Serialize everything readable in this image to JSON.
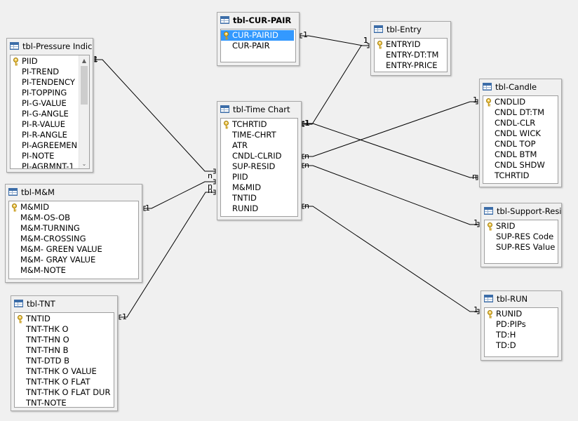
{
  "tables": [
    {
      "id": "t1",
      "title": "tbl-Pressure Indic",
      "bold": false,
      "scroll": true,
      "fields": [
        {
          "name": "PIID",
          "key": true
        },
        {
          "name": "PI-TREND"
        },
        {
          "name": "PI-TENDENCY"
        },
        {
          "name": "PI-TOPPING"
        },
        {
          "name": "PI-G-VALUE"
        },
        {
          "name": "PI-G-ANGLE"
        },
        {
          "name": "PI-R-VALUE"
        },
        {
          "name": "PI-R-ANGLE"
        },
        {
          "name": "PI-AGREEMEN"
        },
        {
          "name": "PI-NOTE"
        },
        {
          "name": "PI-AGRMNT-1"
        }
      ]
    },
    {
      "id": "t2",
      "title": "tbl-M&M",
      "bold": false,
      "fields": [
        {
          "name": "M&MID",
          "key": true
        },
        {
          "name": "M&M-OS-OB"
        },
        {
          "name": "M&M-TURNING"
        },
        {
          "name": "M&M-CROSSING"
        },
        {
          "name": "M&M- GREEN VALUE"
        },
        {
          "name": "M&M- GRAY VALUE"
        },
        {
          "name": "M&M-NOTE"
        }
      ]
    },
    {
      "id": "t3",
      "title": "tbl-TNT",
      "bold": false,
      "fields": [
        {
          "name": "TNTID",
          "key": true
        },
        {
          "name": "TNT-THK O"
        },
        {
          "name": "TNT-THN O"
        },
        {
          "name": "TNT-THN B"
        },
        {
          "name": "TNT-DTD B"
        },
        {
          "name": "TNT-THK O VALUE"
        },
        {
          "name": "TNT-THK O FLAT"
        },
        {
          "name": "TNT-THK O FLAT DUR"
        },
        {
          "name": "TNT-NOTE"
        }
      ]
    },
    {
      "id": "t4",
      "title": "tbl-CUR-PAIR",
      "bold": true,
      "fields": [
        {
          "name": "CUR-PAIRID",
          "key": true,
          "selected": true
        },
        {
          "name": "CUR-PAIR"
        }
      ]
    },
    {
      "id": "t5",
      "title": "tbl-Time Chart",
      "bold": false,
      "fields": [
        {
          "name": "TCHRTID",
          "key": true
        },
        {
          "name": "TIME-CHRT"
        },
        {
          "name": "ATR"
        },
        {
          "name": "CNDL-CLRID"
        },
        {
          "name": "SUP-RESID"
        },
        {
          "name": "PIID"
        },
        {
          "name": "M&MID"
        },
        {
          "name": "TNTID"
        },
        {
          "name": "RUNID"
        }
      ]
    },
    {
      "id": "t6",
      "title": "tbl-Entry",
      "bold": false,
      "fields": [
        {
          "name": "ENTRYID",
          "key": true
        },
        {
          "name": "ENTRY-DT:TM"
        },
        {
          "name": "ENTRY-PRICE"
        }
      ]
    },
    {
      "id": "t7",
      "title": "tbl-Candle",
      "bold": false,
      "fields": [
        {
          "name": "CNDLID",
          "key": true
        },
        {
          "name": "CNDL DT:TM"
        },
        {
          "name": "CNDL-CLR"
        },
        {
          "name": "CNDL WICK"
        },
        {
          "name": "CNDL TOP"
        },
        {
          "name": "CNDL BTM"
        },
        {
          "name": "CNDL SHDW"
        },
        {
          "name": "TCHRTID"
        }
      ]
    },
    {
      "id": "t8",
      "title": "tbl-Support-Resis",
      "bold": false,
      "fields": [
        {
          "name": "SRID",
          "key": true
        },
        {
          "name": "SUP-RES Code"
        },
        {
          "name": "SUP-RES Value"
        }
      ]
    },
    {
      "id": "t9",
      "title": "tbl-RUN",
      "bold": false,
      "fields": [
        {
          "name": "RUNID",
          "key": true
        },
        {
          "name": "PD:PIPs"
        },
        {
          "name": "TD:H"
        },
        {
          "name": "TD:D"
        }
      ]
    }
  ],
  "relations": [
    {
      "from": "t1",
      "to": "t5",
      "from_card": "1",
      "to_card": "n"
    },
    {
      "from": "t2",
      "to": "t5",
      "from_card": "1",
      "to_card": "n"
    },
    {
      "from": "t3",
      "to": "t5",
      "from_card": "1",
      "to_card": "n"
    },
    {
      "from": "t4",
      "to": "t6",
      "from_card": "1",
      "to_card": "1"
    },
    {
      "from": "t5",
      "to": "t6",
      "from_card": "1",
      "to_card": "1"
    },
    {
      "from": "t5",
      "to": "t7",
      "from_card": "n",
      "to_card": "1"
    },
    {
      "from": "t5",
      "to": "t7",
      "from_card": "1",
      "to_card": "n"
    },
    {
      "from": "t5",
      "to": "t8",
      "from_card": "n",
      "to_card": "1"
    },
    {
      "from": "t5",
      "to": "t9",
      "from_card": "n",
      "to_card": "1"
    }
  ]
}
